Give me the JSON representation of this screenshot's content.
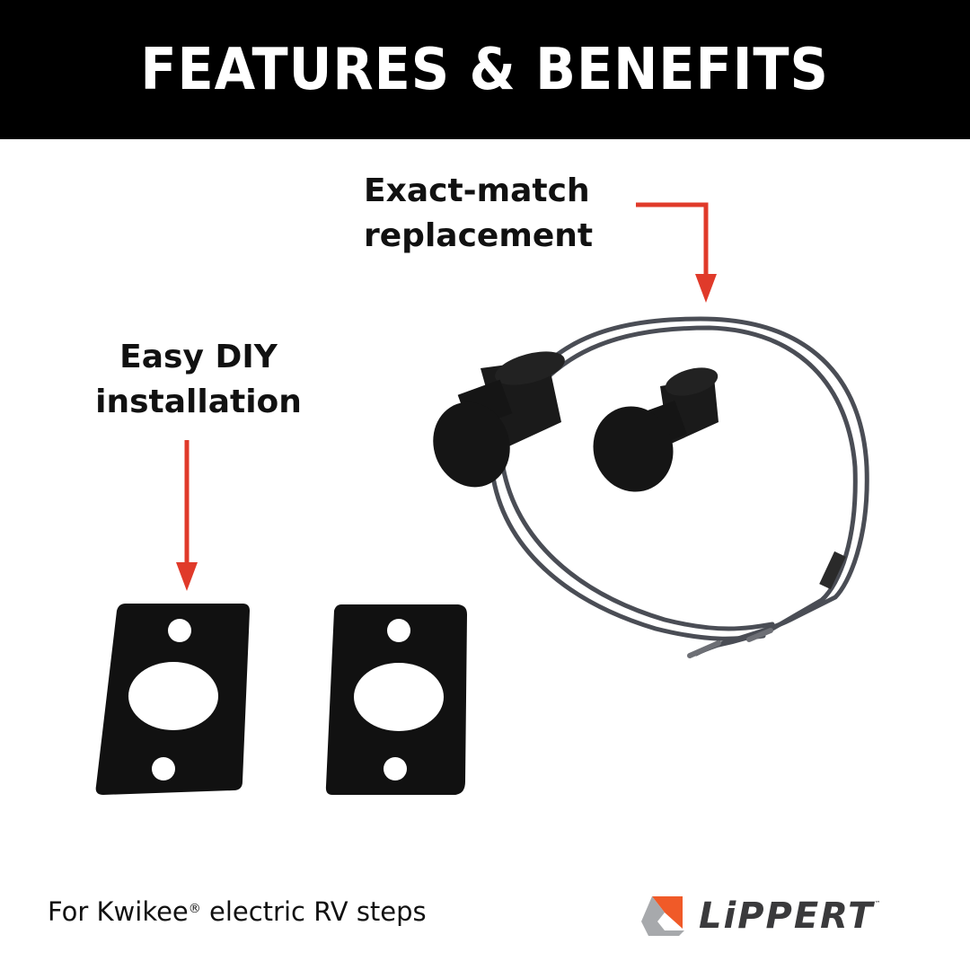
{
  "banner": {
    "title": "FEATURES & BENEFITS",
    "background": "#000000",
    "text_color": "#ffffff"
  },
  "callouts": [
    {
      "id": "exact-match",
      "lines": [
        "Exact-match",
        "replacement"
      ],
      "arrow_color": "#e03a2a"
    },
    {
      "id": "easy-diy",
      "lines": [
        "Easy DIY",
        "installation"
      ],
      "arrow_color": "#e03a2a"
    }
  ],
  "products": {
    "items": [
      "magnetic-switch-wired",
      "magnet-plug",
      "gasket-left",
      "gasket-right"
    ]
  },
  "footer": {
    "prefix": "For Kwikee",
    "registered": "®",
    "suffix": " electric RV steps"
  },
  "logo": {
    "brand": "LiPPERT",
    "trademark": "™",
    "colors": {
      "orange": "#f05a28",
      "gray": "#a7a9ac",
      "text": "#3a3a3c"
    }
  }
}
